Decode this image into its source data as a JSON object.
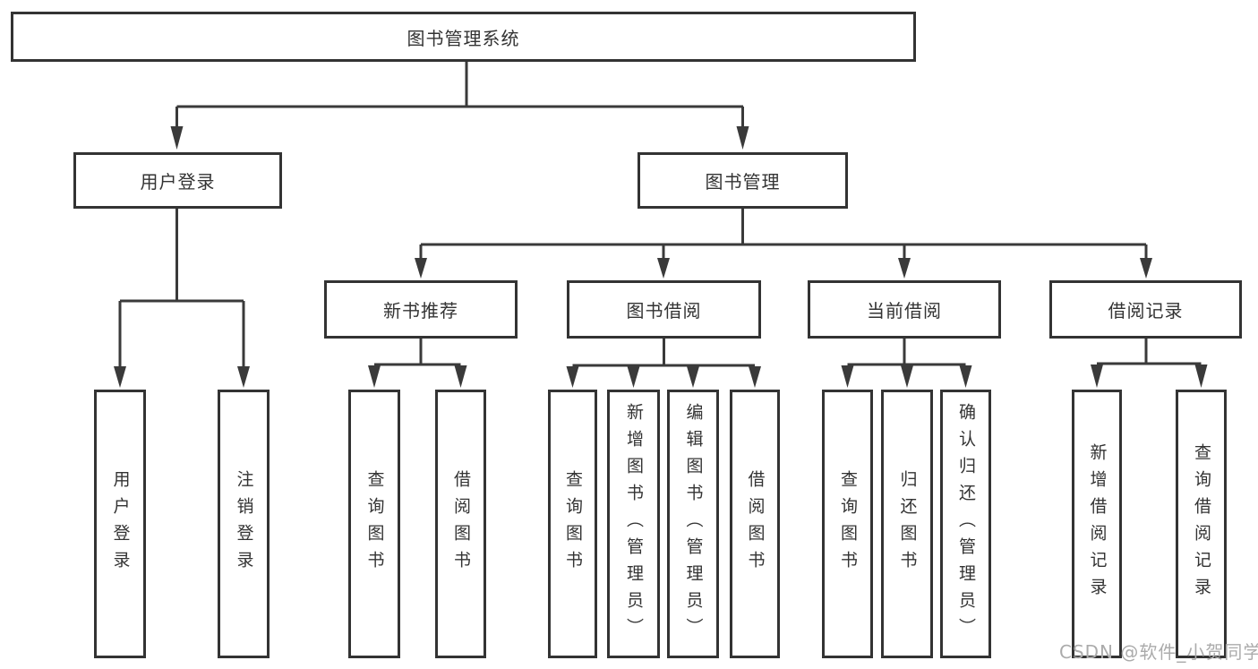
{
  "diagram": {
    "root": {
      "label": "图书管理系统"
    },
    "level2": [
      {
        "label": "用户登录"
      },
      {
        "label": "图书管理"
      }
    ],
    "level3": [
      {
        "label": "新书推荐"
      },
      {
        "label": "图书借阅"
      },
      {
        "label": "当前借阅"
      },
      {
        "label": "借阅记录"
      }
    ],
    "leaves": {
      "user_login": [
        "用户登录",
        "注销登录"
      ],
      "new_books": [
        "查询图书",
        "借阅图书"
      ],
      "book_borrowing": [
        "查询图书",
        "新增图书（管理员）",
        "编辑图书（管理员）",
        "借阅图书"
      ],
      "current_borrowing": [
        "查询图书",
        "归还图书",
        "确认归还（管理员）"
      ],
      "borrowing_records": [
        "新增借阅记录",
        "查询借阅记录"
      ]
    }
  },
  "watermark": {
    "text": "CSDN @软件_小贺同学"
  },
  "colors": {
    "line": "#3a3a3a",
    "border": "#333333",
    "text": "#333333",
    "watermark": "#ababab",
    "background": "#ffffff"
  }
}
